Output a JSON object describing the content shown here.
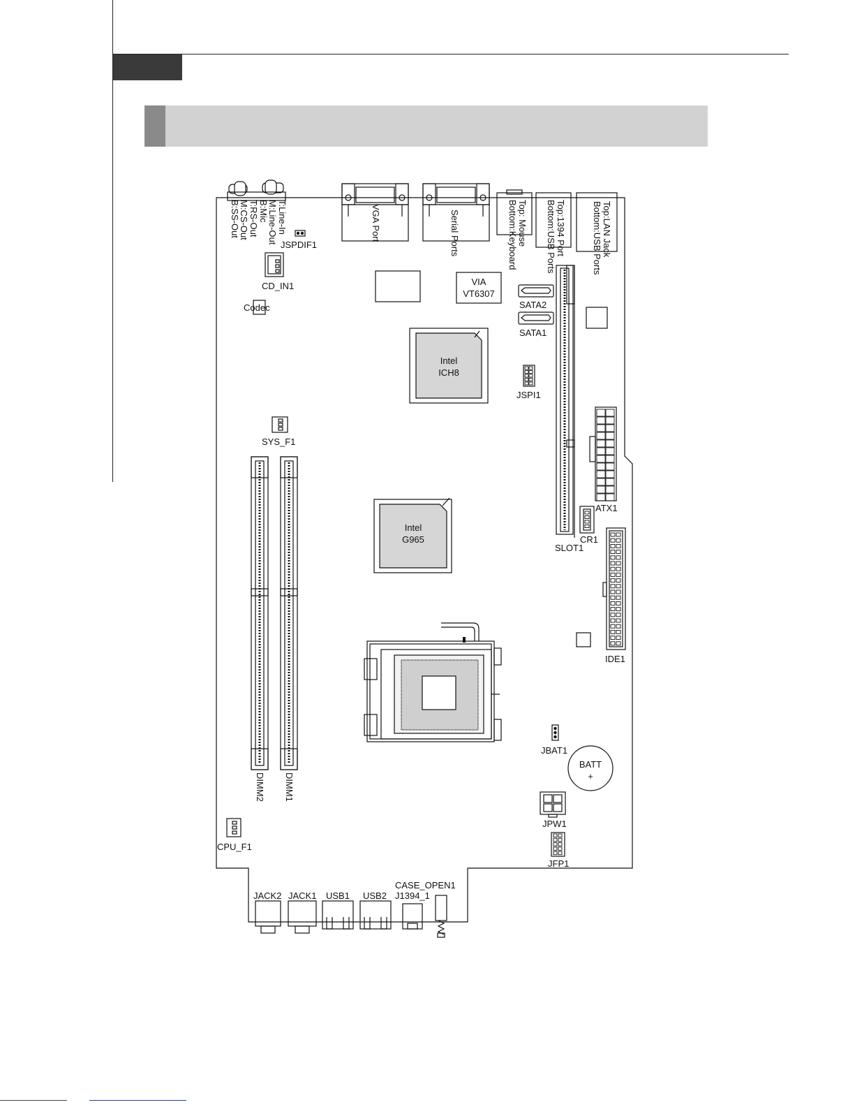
{
  "labels": {
    "audio_stack": [
      "T:Line-In",
      "M:Line-Out",
      "B:Mic",
      "T:RS-Out",
      "M:CS-Out",
      "B:SS-Out"
    ],
    "vga_port": "VGA Port",
    "serial_ports": "Serial Ports",
    "mouse_keyboard": [
      "Top: Mouse",
      "Bottom:Keyboard"
    ],
    "port_1394_usb": [
      "Top:1394 Port",
      "Bottom:USB Ports"
    ],
    "lan_usb": [
      "Top:LAN Jack",
      "Bottom:USB Ports"
    ],
    "jspdif1": "JSPDIF1",
    "cd_in1": "CD_IN1",
    "codec": "Codec",
    "via_chip": [
      "VIA",
      "VT6307"
    ],
    "sata2": "SATA2",
    "sata1": "SATA1",
    "ich8": [
      "Intel",
      "ICH8"
    ],
    "jspi1": "JSPI1",
    "sys_f1": "SYS_F1",
    "atx1": "ATX1",
    "g965": [
      "Intel",
      "G965"
    ],
    "cr1": "CR1",
    "slot1": "SLOT1",
    "ide1": "IDE1",
    "jbat1": "JBAT1",
    "batt": [
      "BATT",
      "+"
    ],
    "dimm2": "DIMM2",
    "dimm1": "DIMM1",
    "jpw1": "JPW1",
    "jfp1": "JFP1",
    "cpu_f1": "CPU_F1",
    "jack2": "JACK2",
    "jack1": "JACK1",
    "usb1": "USB1",
    "usb2": "USB2",
    "case_open1": "CASE_OPEN1",
    "j1394_1": "J1394_1"
  }
}
